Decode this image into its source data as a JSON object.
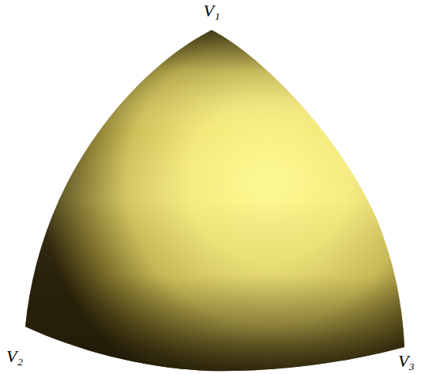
{
  "diagram": {
    "labels": [
      "V₁",
      "V₂",
      "V₃"
    ]
  }
}
